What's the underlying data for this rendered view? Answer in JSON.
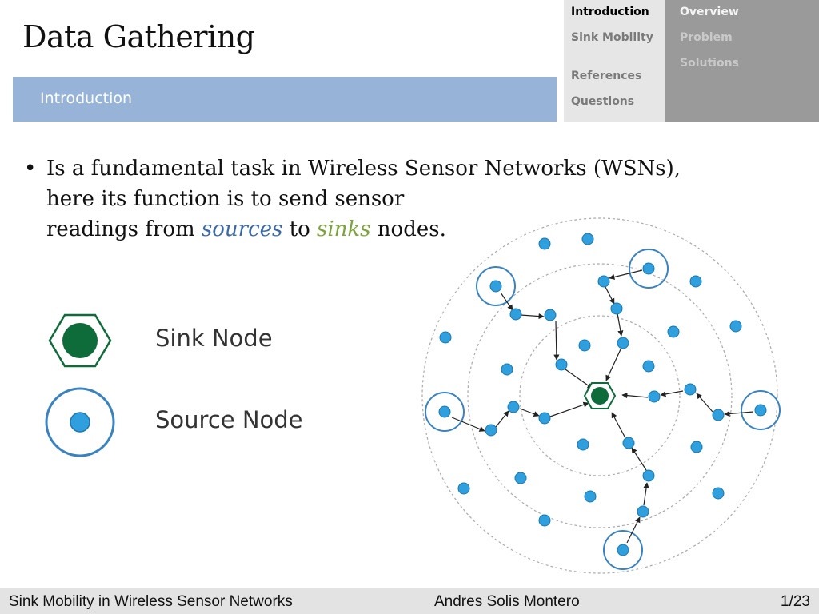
{
  "title": "Data Gathering",
  "section": "Introduction",
  "nav": {
    "sections": [
      {
        "label": "Introduction",
        "active": true
      },
      {
        "label": "Sink Mobility",
        "active": false
      },
      {
        "label": "References",
        "active": false
      },
      {
        "label": "Questions",
        "active": false
      }
    ],
    "subsections": [
      {
        "label": "Overview",
        "active": true
      },
      {
        "label": "Problem",
        "active": false
      },
      {
        "label": "Solutions",
        "active": false
      }
    ]
  },
  "bullet": {
    "line1": "Is a fundamental task in Wireless Sensor Networks (WSNs),",
    "line2": "here its function is to send sensor",
    "line3_prefix": "readings from ",
    "sources": "sources",
    "to": " to ",
    "sinks": "sinks",
    "line3_suffix": " nodes."
  },
  "legend": {
    "sink": "Sink Node",
    "source": "Source Node"
  },
  "colors": {
    "sink_fill": "#0e6b3a",
    "node_fill": "#2fa0dd",
    "ring_stroke": "#3a82c0",
    "accent_blue": "#3a6aa8",
    "accent_green": "#7da33c"
  },
  "footer": {
    "left": "Sink Mobility in Wireless Sensor Networks",
    "center": "Andres Solis Montero",
    "right": "1/23"
  }
}
